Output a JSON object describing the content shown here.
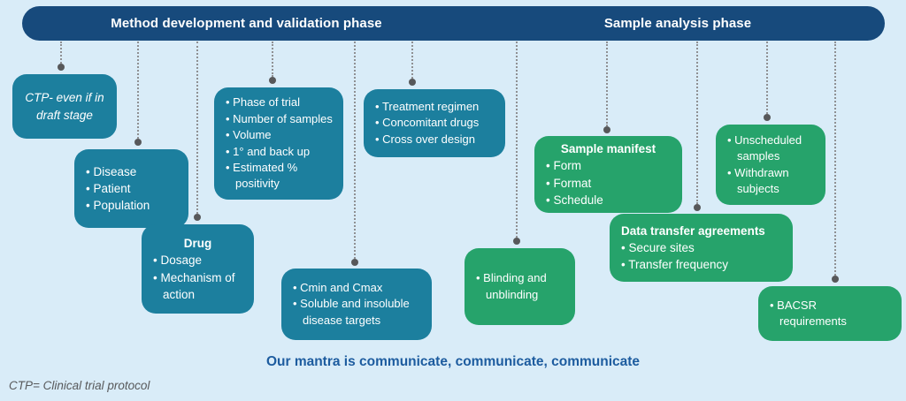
{
  "colors": {
    "background": "#d9ecf8",
    "header_bar": "#174a7c",
    "teal_box": "#1c7f9e",
    "green_box": "#26a36b",
    "mantra_text": "#1d5c9f",
    "connector_gray": "#8f9093"
  },
  "header": {
    "left_label": "Method development and validation phase",
    "right_label": "Sample analysis phase"
  },
  "boxes": [
    {
      "variant": "teal",
      "text": "CTP- even if in draft stage",
      "items": []
    },
    {
      "variant": "teal",
      "items": [
        "Disease",
        "Patient",
        "Population"
      ]
    },
    {
      "variant": "teal",
      "title": "Drug",
      "items": [
        "Dosage",
        "Mechanism of action"
      ]
    },
    {
      "variant": "teal",
      "items": [
        "Phase of trial",
        "Number of samples",
        "Volume",
        "1° and back up",
        "Estimated % positivity"
      ]
    },
    {
      "variant": "teal",
      "items": [
        "Treatment regimen",
        "Concomitant drugs",
        "Cross over design"
      ]
    },
    {
      "variant": "teal",
      "items": [
        "Cmin and Cmax",
        "Soluble and insoluble disease targets"
      ]
    },
    {
      "variant": "green",
      "items": [
        "Blinding and unblinding"
      ]
    },
    {
      "variant": "green",
      "title": "Sample manifest",
      "items": [
        "Form",
        "Format",
        "Schedule"
      ]
    },
    {
      "variant": "green",
      "title": "Data transfer agreements",
      "items": [
        "Secure sites",
        "Transfer frequency"
      ]
    },
    {
      "variant": "green",
      "items": [
        "Unscheduled samples",
        "Withdrawn subjects"
      ]
    },
    {
      "variant": "green",
      "items": [
        "BACSR requirements"
      ]
    }
  ],
  "footer": {
    "mantra": "Our mantra is communicate, communicate, communicate",
    "footnote": "CTP= Clinical trial protocol"
  }
}
